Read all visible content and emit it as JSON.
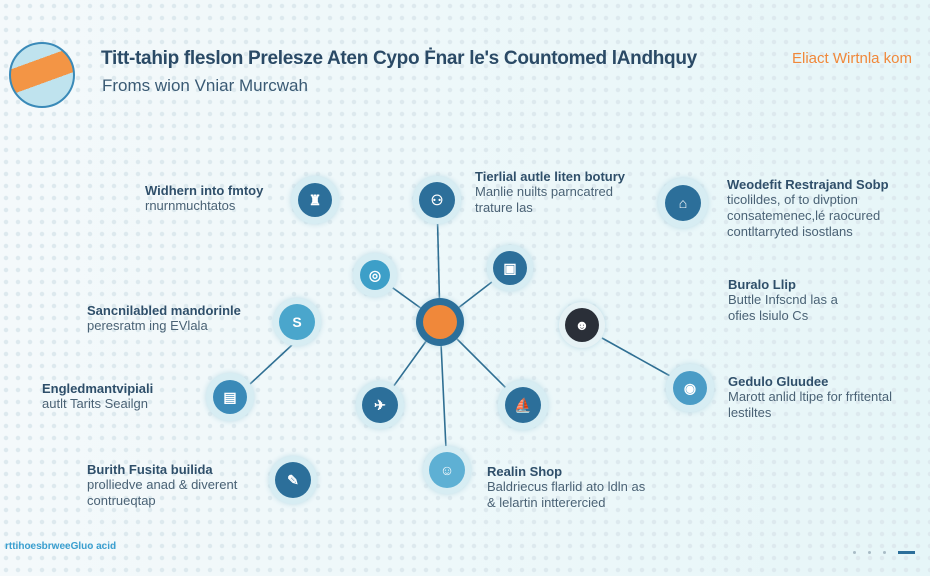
{
  "header": {
    "title": "Titt-tahip fleslon Prelesze Aten Cypo Ḟnar le's Countomed lAndhquy",
    "subtitle": "Froms wion Vniar Murcwah",
    "top_link": "Eliact Wirtnla kom"
  },
  "center_node": {
    "color": "#f0883a"
  },
  "items": [
    {
      "title": "Widhern into fmtoy",
      "lines": [
        "rnurnmuchtatos"
      ]
    },
    {
      "title": "Sancnilabled mandorinle",
      "lines": [
        "peresratm ing EVlala"
      ]
    },
    {
      "title": "Engledmantvipiali",
      "lines": [
        "autlt Tarits Seailgn"
      ]
    },
    {
      "title": "Burith Fusita builida",
      "lines": [
        "prolliedve anad & diverent",
        "contrueqtap"
      ]
    },
    {
      "title": "Tierlial autle liten botury",
      "lines": [
        "Manlie nuilts parncatred",
        "trature las"
      ]
    },
    {
      "title": "Weodefit Restrajand Sobp",
      "lines": [
        "ticolildes, of to divption",
        "consatemenec,lé raocured",
        "contltarryted isostlans"
      ]
    },
    {
      "title": "Buralo Llip",
      "lines": [
        "Buttle Infscnd las a",
        "ofies lsiulo Cs"
      ]
    },
    {
      "title": "Gedulo Gluudee",
      "lines": [
        "Marott anlid ltipe for frfitental",
        "lestiltes"
      ]
    },
    {
      "title": "Realin Shop",
      "lines": [
        "Baldriecus flarlid ato ldln as",
        "& lelartin intterercied"
      ]
    }
  ],
  "node_glyph": "S",
  "footer": {
    "text": "rttihoesbrweeGluo acid"
  },
  "pagination": {
    "pages": 4,
    "current": 4
  }
}
